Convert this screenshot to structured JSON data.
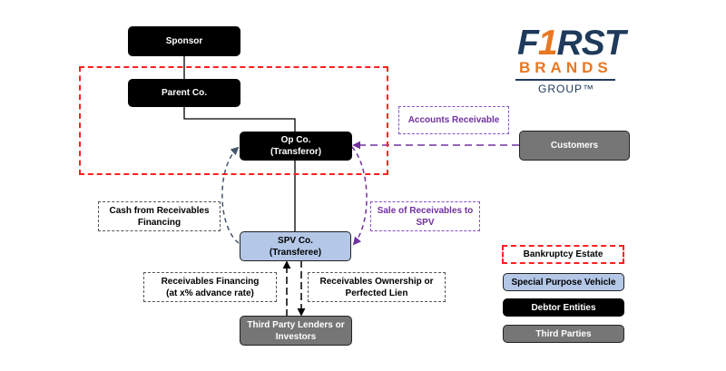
{
  "logo": {
    "first_prefix": "F",
    "first_one": "1",
    "first_suffix": "RST",
    "brands": "BRANDS",
    "group": "GROUP™"
  },
  "nodes": {
    "sponsor": "Sponsor",
    "parent": "Parent Co.",
    "opco_line1": "Op Co.",
    "opco_line2": "(Transferor)",
    "spv_line1": "SPV Co.",
    "spv_line2": "(Transferee)",
    "customers": "Customers",
    "lenders_line1": "Third Party Lenders or",
    "lenders_line2": "Investors"
  },
  "flow_labels": {
    "accounts_receivable": "Accounts Receivable",
    "cash_line1": "Cash from Receivables",
    "cash_line2": "Financing",
    "sale_line1": "Sale of Receivables to",
    "sale_line2": "SPV",
    "financing_line1": "Receivables Financing",
    "financing_line2": "(at x% advance rate)",
    "ownership_line1": "Receivables Ownership or",
    "ownership_line2": "Perfected Lien"
  },
  "legend": [
    {
      "label": "Bankruptcy Estate",
      "style": "red-dashed"
    },
    {
      "label": "Special Purpose Vehicle",
      "style": "light-blue"
    },
    {
      "label": "Debtor Entities",
      "style": "black"
    },
    {
      "label": "Third Parties",
      "style": "gray"
    }
  ],
  "colors": {
    "debtor": "#000000",
    "spv": "#b4c7e7",
    "third_party": "#767676",
    "bankruptcy_border": "#ff2020",
    "purple_flow": "#7030a0",
    "logo_navy": "#1f3a5a",
    "logo_orange": "#e87722"
  }
}
